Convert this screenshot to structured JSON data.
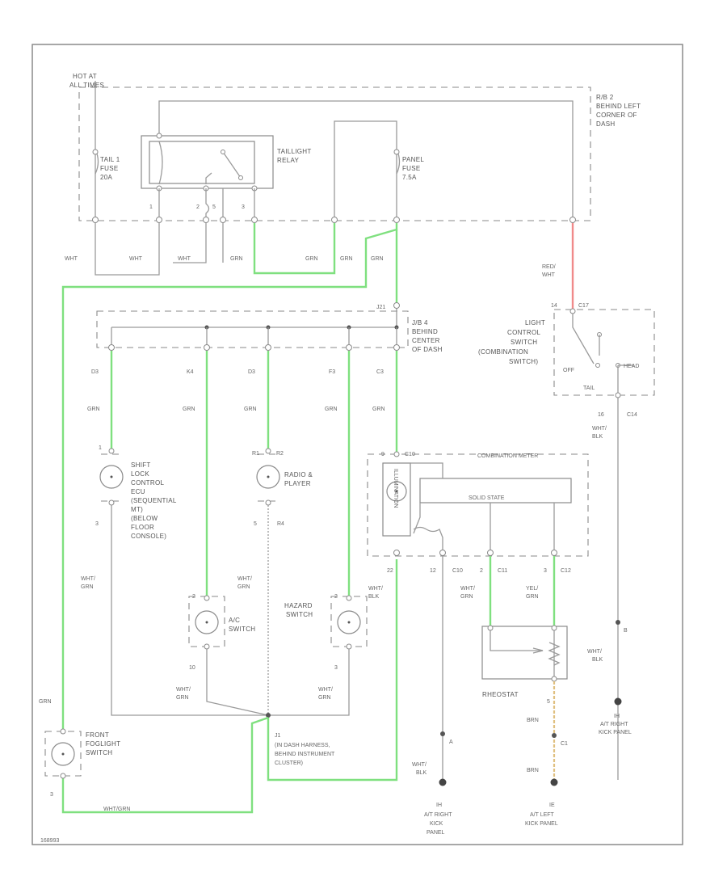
{
  "fuse_box": {
    "hot_label_1": "HOT AT",
    "hot_label_2": "ALL TIMES",
    "location_1": "R/B 2",
    "location_2": "BEHIND LEFT",
    "location_3": "CORNER OF",
    "location_4": "DASH"
  },
  "tail_fuse": {
    "name_1": "TAIL 1",
    "name_2": "FUSE",
    "rating": "20A"
  },
  "relay": {
    "name_1": "TAILLIGHT",
    "name_2": "RELAY",
    "pins": [
      "1",
      "2",
      "3",
      "5"
    ]
  },
  "panel_fuse": {
    "name_1": "PANEL",
    "name_2": "FUSE",
    "rating": "7.5A"
  },
  "upper_wires": {
    "w1": "WHT",
    "w2": "WHT",
    "w3": "WHT",
    "w4": "GRN",
    "w5": "GRN",
    "w6": "GRN",
    "w7": "GRN"
  },
  "red_wire": {
    "line1": "RED/",
    "line2": "WHT"
  },
  "junction_block": {
    "conn": "J21",
    "name_1": "J/B 4",
    "name_2": "BEHIND",
    "name_3": "CENTER",
    "name_4": "OF DASH",
    "pins": [
      "D3",
      "K4",
      "D3",
      "F3",
      "C3"
    ]
  },
  "light_switch": {
    "pin": "14",
    "conn": "C17",
    "name_1": "LIGHT",
    "name_2": "CONTROL",
    "name_3": "SWITCH",
    "name_4": "(COMBINATION",
    "name_5": "SWITCH)",
    "pos_off": "OFF",
    "pos_tail": "TAIL",
    "pos_head": "HEAD",
    "out_pin": "16",
    "out_conn": "C14",
    "out_wire_1": "WHT/",
    "out_wire_2": "BLK"
  },
  "mid_wires": {
    "w1": "GRN",
    "w2": "GRN",
    "w3": "GRN",
    "w4": "GRN",
    "w5": "GRN"
  },
  "shift_lock": {
    "pin_top": "1",
    "pin_bot": "3",
    "name_1": "SHIFT",
    "name_2": "LOCK",
    "name_3": "CONTROL",
    "name_4": "ECU",
    "name_5": "(SEQUENTIAL",
    "name_6": "MT)",
    "name_7": "(BELOW",
    "name_8": "FLOOR",
    "name_9": "CONSOLE)",
    "wire_1": "WHT/",
    "wire_2": "GRN"
  },
  "radio": {
    "pin_top": "R1",
    "conn": "R2",
    "pin_bot": "5",
    "pin_bot_r": "R4",
    "name_1": "RADIO &",
    "name_2": "PLAYER",
    "wire_1": "WHT/",
    "wire_2": "GRN"
  },
  "ac_switch": {
    "pin_top": "2",
    "pin_bot": "10",
    "name_1": "A/C",
    "name_2": "SWITCH",
    "wire_1": "WHT/",
    "wire_2": "GRN"
  },
  "hazard": {
    "pin_top": "2",
    "pin_bot": "3",
    "name_1": "HAZARD",
    "name_2": "SWITCH",
    "wire_1": "WHT/",
    "wire_2": "GRN"
  },
  "combo_meter": {
    "pin": "9",
    "conn": "C10",
    "name": "COMBINATION METER",
    "illum": "ILLUMINATION",
    "solid": "SOLID STATE",
    "pins": [
      "22",
      "12",
      "C10",
      "2",
      "C11",
      "3",
      "C12"
    ],
    "w1_1": "WHT/",
    "w1_2": "BLK",
    "w2_1": "WHT/",
    "w2_2": "GRN",
    "w3_1": "YEL/",
    "w3_2": "GRN"
  },
  "rheostat": {
    "name": "RHEOSTAT",
    "pin": "5"
  },
  "fog_switch": {
    "wire_top": "GRN",
    "name_1": "FRONT",
    "name_2": "FOGLIGHT",
    "name_3": "SWITCH",
    "pin_bot": "3",
    "wire_bot": "WHT/GRN"
  },
  "splice": {
    "id": "J1",
    "desc_1": "(IN DASH HARNESS,",
    "desc_2": "BEHIND INSTRUMENT",
    "desc_3": "CLUSTER)"
  },
  "grounds": {
    "g1_node": "B",
    "g1_wire_1": "WHT/",
    "g1_wire_2": "BLK",
    "g1_id": "IH",
    "g1_loc_1": "A/T RIGHT",
    "g1_loc_2": "KICK PANEL",
    "g2_node": "A",
    "g2_wire_1": "WHT/",
    "g2_wire_2": "BLK",
    "g2_id": "IH",
    "g2_loc_1": "A/T RIGHT",
    "g2_loc_2": "KICK",
    "g2_loc_3": "PANEL",
    "g3_node": "C1",
    "g3_wire_top": "BRN",
    "g3_wire_bot": "BRN",
    "g3_id": "IE",
    "g3_loc_1": "A/T LEFT",
    "g3_loc_2": "KICK PANEL"
  },
  "footer_id": "168993"
}
